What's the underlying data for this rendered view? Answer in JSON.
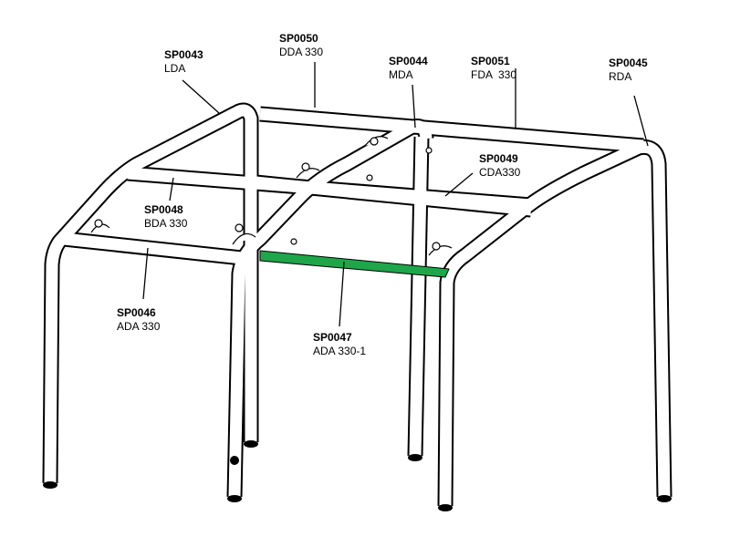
{
  "highlight_color": "#1fa64a",
  "labels": [
    {
      "code": "SP0043",
      "name": "LDA"
    },
    {
      "code": "SP0050",
      "name": "DDA 330"
    },
    {
      "code": "SP0044",
      "name": "MDA"
    },
    {
      "code": "SP0051",
      "name": "FDA  330"
    },
    {
      "code": "SP0045",
      "name": "RDA"
    },
    {
      "code": "SP0049",
      "name": "CDA330"
    },
    {
      "code": "SP0048",
      "name": "BDA 330"
    },
    {
      "code": "SP0046",
      "name": "ADA 330"
    },
    {
      "code": "SP0047",
      "name": "ADA 330-1"
    }
  ]
}
